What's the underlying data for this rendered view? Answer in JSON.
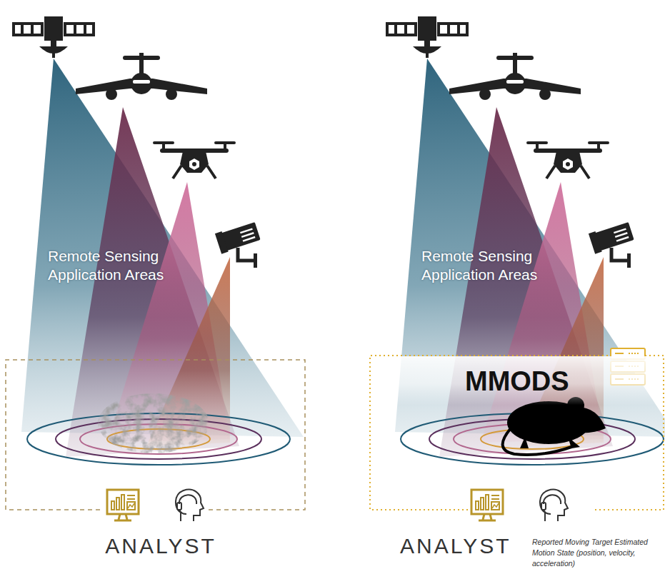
{
  "diagram": {
    "nodes": [
      {
        "text": [
          "MMODS"
        ]
      }
    ],
    "labels": [
      "Remote Sensing Application Areas",
      "ANALYST",
      "Remote Sensing Application Areas",
      "ANALYST",
      "Reported Moving Target Estimated Motion State (position, velocity, acceleration)"
    ]
  }
}
